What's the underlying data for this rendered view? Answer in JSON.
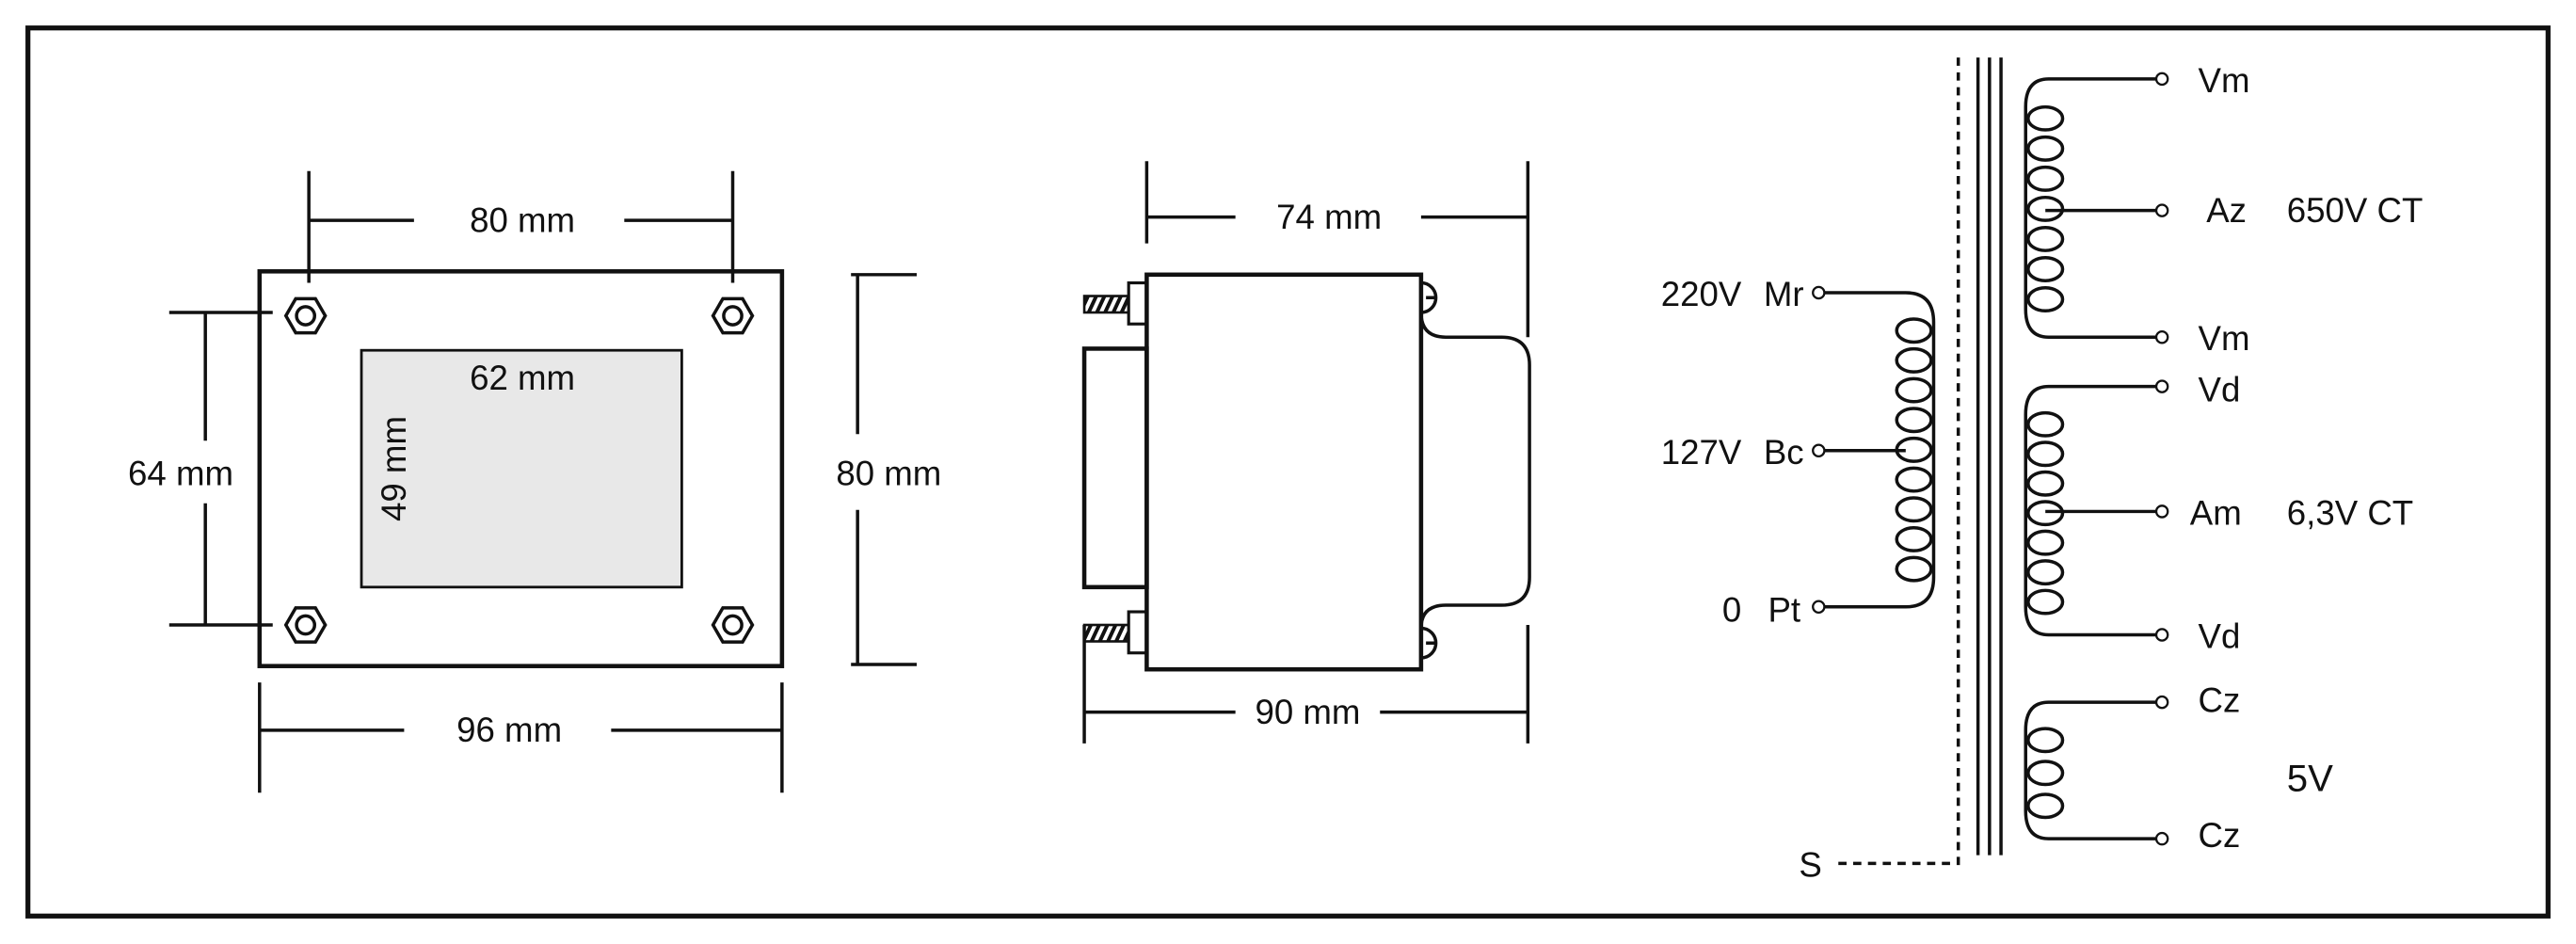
{
  "top_view": {
    "width_holes": "80 mm",
    "height_holes": "64 mm",
    "height_total": "80 mm",
    "width_total": "96 mm",
    "window_width": "62 mm",
    "window_height": "49 mm"
  },
  "side_view": {
    "core_width": "74 mm",
    "total_width": "90 mm"
  },
  "schematic": {
    "primary": [
      {
        "voltage": "220V",
        "color": "Mr"
      },
      {
        "voltage": "127V",
        "color": "Bc"
      },
      {
        "voltage": "0",
        "color": "Pt"
      }
    ],
    "shield_label": "S",
    "hv_winding": {
      "top": "Vm",
      "tap": "Az",
      "bottom": "Vm",
      "rating": "650V CT"
    },
    "heater_winding": {
      "top": "Vd",
      "tap": "Am",
      "bottom": "Vd",
      "rating": "6,3V CT"
    },
    "rect_winding": {
      "top": "Cz",
      "bottom": "Cz",
      "rating": "5V"
    }
  },
  "colors": {
    "core_fill": "#a6a6a6",
    "window_fill": "#e8e8e8"
  }
}
